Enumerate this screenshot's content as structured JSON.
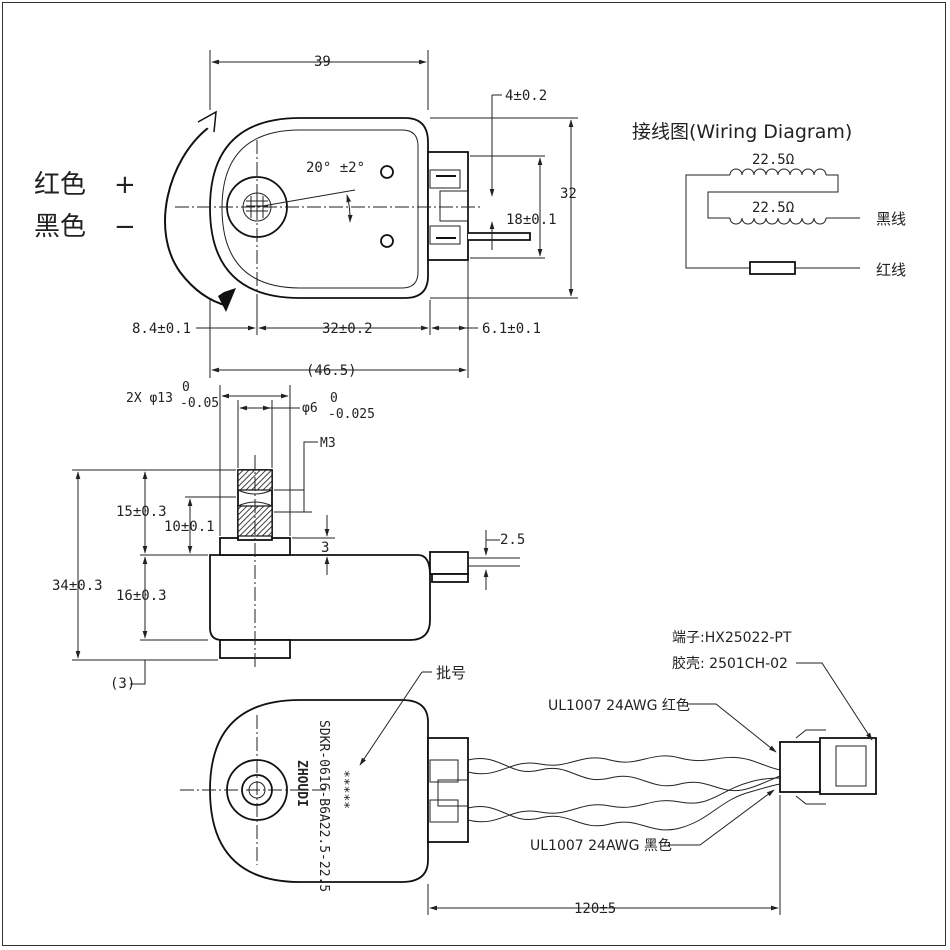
{
  "polarity": {
    "red_label": "红色",
    "plus_sign": "+",
    "black_label": "黑色",
    "minus_sign": "−"
  },
  "top_view": {
    "width": "39",
    "angle": "20°  ±2°",
    "tab_thickness": "4±0.2",
    "height": "32",
    "tab_width": "18±0.1",
    "left_offset": "8.4±0.1",
    "center_spacing": "32±0.2",
    "tab_length": "6.1±0.1",
    "overall_length": "(46.5)"
  },
  "wiring": {
    "title": "接线图(Wiring Diagram)",
    "coil1": "22.5Ω",
    "coil2": "22.5Ω",
    "black_wire": "黑线",
    "red_wire": "红线"
  },
  "side_view": {
    "outer_diameter": "2X φ13",
    "od_tol_upper": "0",
    "od_tol_lower": "-0.05",
    "inner_diameter": "φ6",
    "id_tol_upper": "0",
    "id_tol_lower": "-0.025",
    "thread": "M3",
    "total_height": "34±0.3",
    "shaft_height": "15±0.3",
    "shaft_segment": "10±0.1",
    "step": "3",
    "pin_thickness": "2.5",
    "body_height": "16±0.3",
    "boss": "(3)"
  },
  "bottom_view": {
    "batch_label": "批号",
    "brand": "ZHOUDI",
    "model": "SDKR-0616-B6A22.5-22.5",
    "batch_code": "*****",
    "terminal": "端子:HX25022-PT",
    "housing": "胶壳: 2501CH-02",
    "red_cable": "UL1007 24AWG 红色",
    "black_cable": "UL1007 24AWG 黑色",
    "cable_length": "120±5"
  }
}
